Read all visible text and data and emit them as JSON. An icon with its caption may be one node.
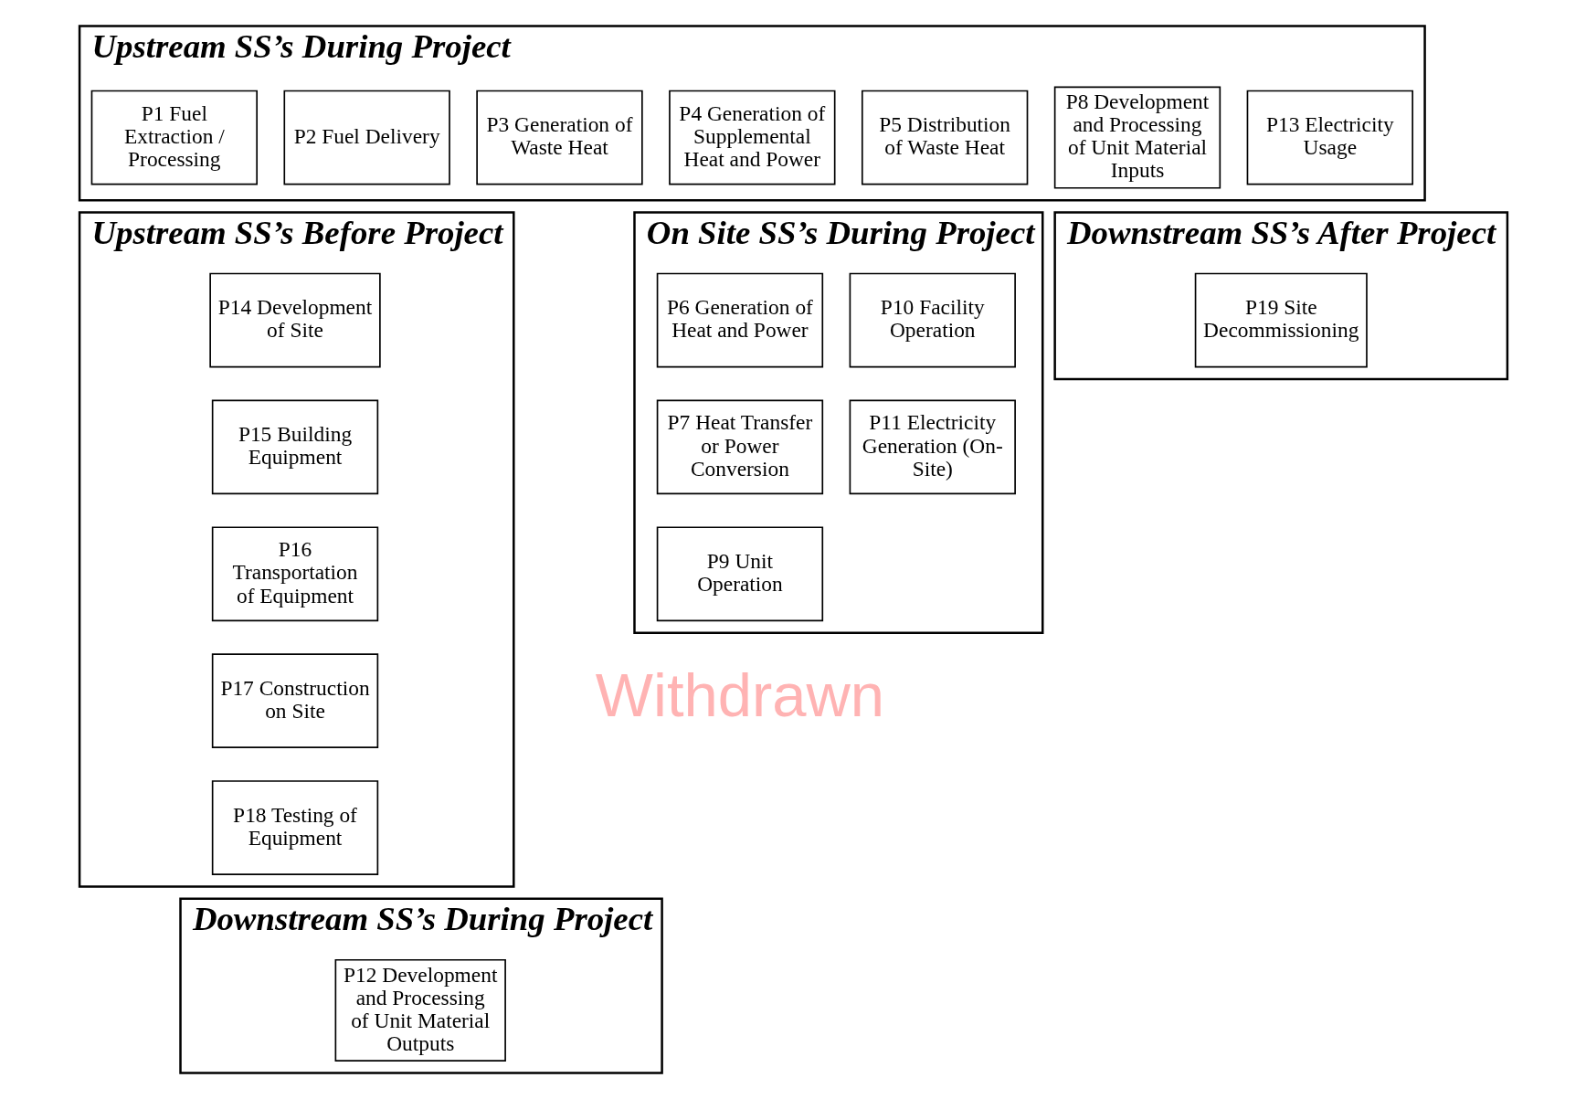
{
  "diagram": {
    "nodes": [
      {
        "text": [
          "Upstream SS’s During Project"
        ]
      },
      {
        "text": [
          "P1 Fuel Extraction / Processing"
        ],
        "in": 0
      },
      {
        "text": [
          "P2 Fuel Delivery"
        ],
        "in": 0
      },
      {
        "text": [
          "P3 Generation of Waste Heat"
        ],
        "in": 0
      },
      {
        "text": [
          "P4 Generation of Supplemental Heat and Power"
        ],
        "in": 0
      },
      {
        "text": [
          "P5 Distribution of Waste Heat"
        ],
        "in": 0
      },
      {
        "text": [
          "P8 Development and Processing of Unit Material Inputs"
        ],
        "in": 0
      },
      {
        "text": [
          "P13 Electricity Usage"
        ],
        "in": 0
      },
      {
        "text": [
          "Upstream SS’s Before Project"
        ]
      },
      {
        "text": [
          "P14 Development of Site"
        ],
        "in": 8
      },
      {
        "text": [
          "P15 Building Equipment"
        ],
        "in": 8
      },
      {
        "text": [
          "P16 Transportation of Equipment"
        ],
        "in": 8
      },
      {
        "text": [
          "P17 Construction on Site"
        ],
        "in": 8
      },
      {
        "text": [
          "P18 Testing of Equipment"
        ],
        "in": 8
      },
      {
        "text": [
          "On Site SS’s During Project"
        ]
      },
      {
        "text": [
          "P6 Generation of Heat and Power"
        ],
        "in": 14
      },
      {
        "text": [
          "P10 Facility Operation"
        ],
        "in": 14
      },
      {
        "text": [
          "P7 Heat Transfer or Power Conversion"
        ],
        "in": 14
      },
      {
        "text": [
          "P11 Electricity Generation (On-Site)"
        ],
        "in": 14
      },
      {
        "text": [
          "P9 Unit Operation"
        ],
        "in": 14
      },
      {
        "text": [
          "Downstream SS’s After Project"
        ]
      },
      {
        "text": [
          "P19 Site Decommissioning"
        ],
        "in": 20
      },
      {
        "text": [
          "Downstream SS’s During Project"
        ]
      },
      {
        "text": [
          "P12 Development and Processing of Unit Material Outputs"
        ],
        "in": 22
      }
    ],
    "edges": [],
    "labels": [
      "Withdrawn"
    ]
  }
}
